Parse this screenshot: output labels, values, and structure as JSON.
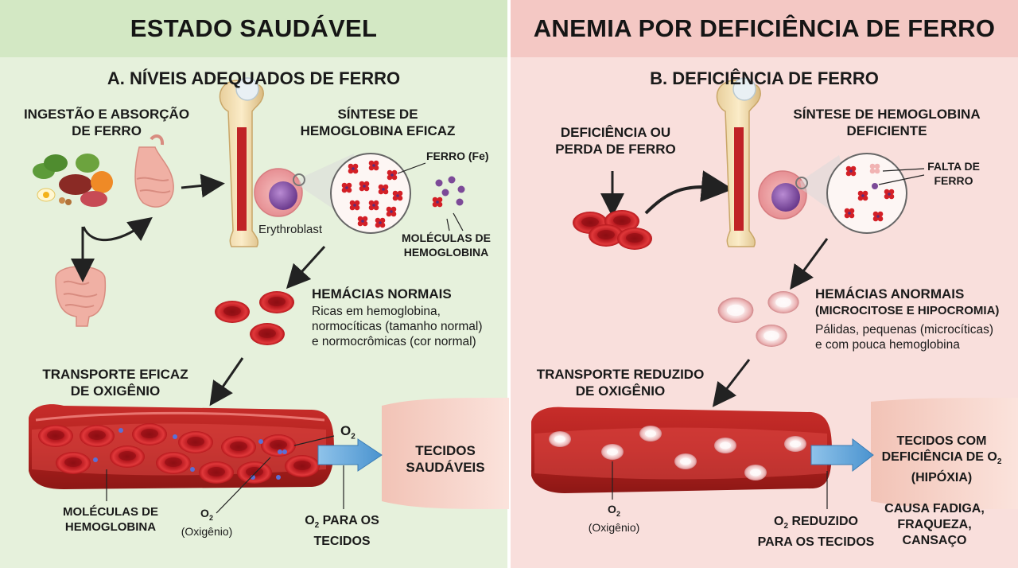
{
  "left": {
    "header": "ESTADO SAUDÁVEL",
    "subtitle": "A. NÍVEIS ADEQUADOS DE FERRO",
    "intake": [
      "INGESTÃO E ABSORÇÃO",
      "DE FERRO"
    ],
    "synthesis": [
      "SÍNTESE DE",
      "HEMOGLOBINA EFICAZ"
    ],
    "iron_label": "FERRO (Fe)",
    "erythroblast": "Erythroblast",
    "molecules": [
      "MOLÉCULAS DE",
      "HEMOGLOBINA"
    ],
    "rbc_title": "HEMÁCIAS NORMAIS",
    "rbc_desc": [
      "Ricas em hemoglobina,",
      "normocíticas (tamanho normal)",
      "e normocrômicas (cor normal)"
    ],
    "transport": [
      "TRANSPORTE EFICAZ",
      "DE OXIGÊNIO"
    ],
    "o2_symbol": "O",
    "o2_sub": "2",
    "tissues": [
      "TECIDOS",
      "SAUDÁVEIS"
    ],
    "hb_molecules": [
      "MOLÉCULAS DE",
      "HEMOGLOBINA"
    ],
    "o2_paren": "(Oxigênio)",
    "o2_to_tissues_a": " PARA OS",
    "o2_to_tissues_b": "TECIDOS"
  },
  "right": {
    "header": "ANEMIA POR DEFICIÊNCIA DE FERRO",
    "subtitle": "B. DEFICIÊNCIA DE FERRO",
    "deficiency": [
      "DEFICIÊNCIA OU",
      "PERDA DE FERRO"
    ],
    "synthesis": [
      "SÍNTESE DE HEMOGLOBINA",
      "DEFICIENTE"
    ],
    "lack_iron": [
      "FALTA DE",
      "FERRO"
    ],
    "rbc_title": "HEMÁCIAS ANORMAIS",
    "rbc_sub": "(MICROCITOSE E HIPOCROMIA)",
    "rbc_desc": [
      "Pálidas, pequenas (microcíticas)",
      "e com pouca hemoglobina"
    ],
    "transport": [
      "TRANSPORTE REDUZIDO",
      "DE OXIGÊNIO"
    ],
    "tissues_a": "TECIDOS COM",
    "tissues_b": "DEFICIÊNCIA DE O",
    "tissues_c": "(HIPÓXIA)",
    "effects": [
      "CAUSA FADIGA,",
      "FRAQUEZA,",
      "CANSAÇO"
    ],
    "o2_symbol": "O",
    "o2_sub": "2",
    "o2_paren": "(Oxigênio)",
    "o2_reduced_a": " REDUZIDO",
    "o2_reduced_b": "PARA OS TECIDOS"
  },
  "colors": {
    "healthy_bg": "#e6f1dc",
    "healthy_header": "#d3e8c4",
    "anemia_bg": "#f9dfdc",
    "anemia_header": "#f4c8c4",
    "rbc_normal": "#d8262b",
    "rbc_pale": "#f3c9c9",
    "vessel": "#c8302c",
    "arrow_blue": "#5aa0d6"
  }
}
